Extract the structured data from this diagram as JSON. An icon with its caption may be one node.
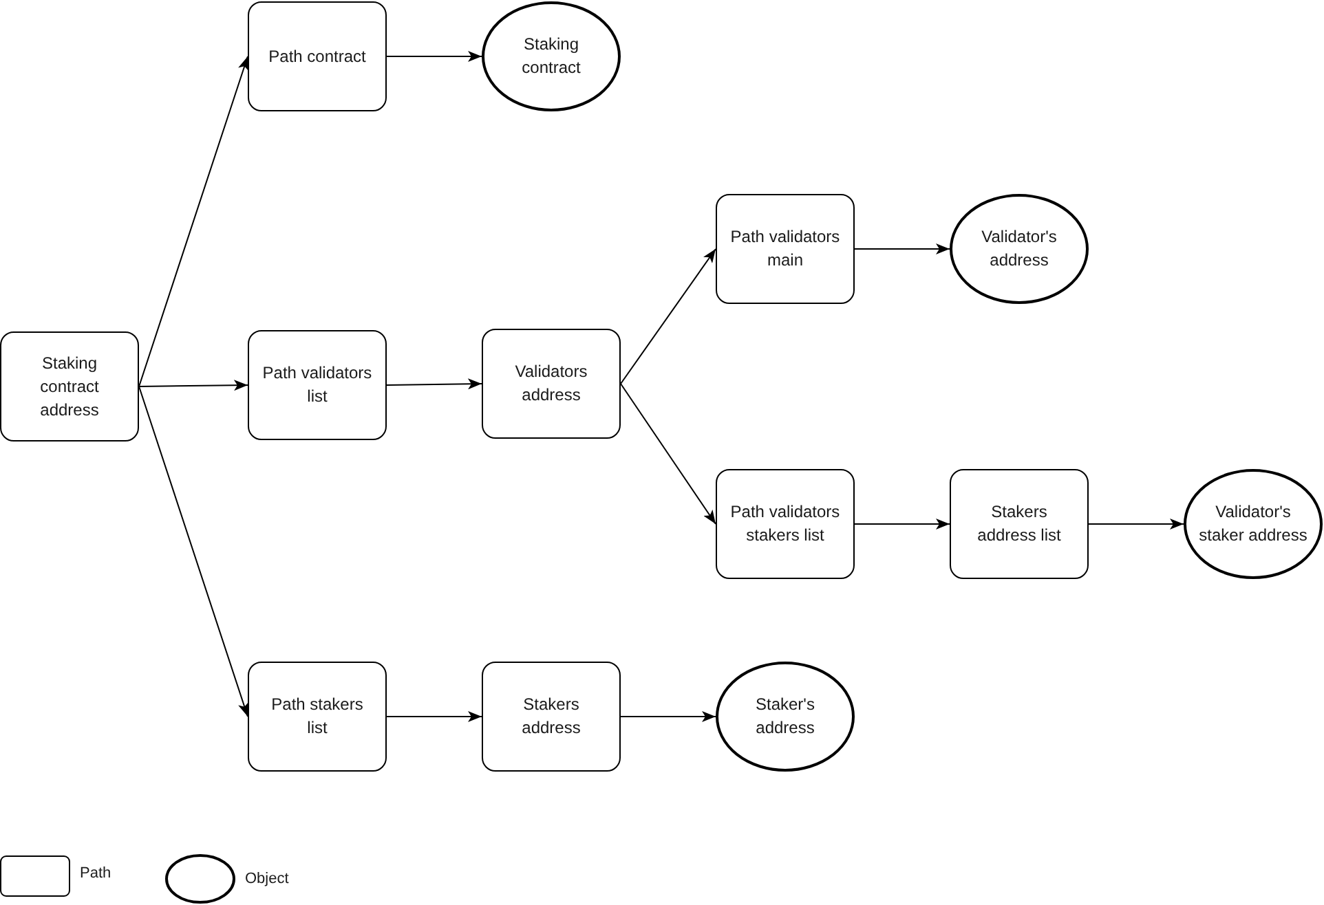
{
  "diagram": {
    "nodes": [
      {
        "text": [
          "Staking contract address"
        ]
      },
      {
        "text": [
          "Path contract"
        ]
      },
      {
        "text": [
          "Staking contract"
        ]
      },
      {
        "text": [
          "Path validators list"
        ]
      },
      {
        "text": [
          "Validators address"
        ]
      },
      {
        "text": [
          "Path validators main"
        ]
      },
      {
        "text": [
          "Validator's address"
        ]
      },
      {
        "text": [
          "Path validators stakers list"
        ]
      },
      {
        "text": [
          "Stakers address list"
        ]
      },
      {
        "text": [
          "Validator's staker address"
        ]
      },
      {
        "text": [
          "Path stakers list"
        ]
      },
      {
        "text": [
          "Stakers address"
        ]
      },
      {
        "text": [
          "Staker's address"
        ]
      }
    ],
    "edges": [
      {
        "from": 0,
        "to": 1,
        "arrow": "to"
      },
      {
        "from": 0,
        "to": 3,
        "arrow": "to"
      },
      {
        "from": 0,
        "to": 10,
        "arrow": "to"
      },
      {
        "from": 1,
        "to": 2,
        "arrow": "to"
      },
      {
        "from": 3,
        "to": 4,
        "arrow": "to"
      },
      {
        "from": 4,
        "to": 5,
        "arrow": "to"
      },
      {
        "from": 4,
        "to": 7,
        "arrow": "to"
      },
      {
        "from": 5,
        "to": 6,
        "arrow": "to"
      },
      {
        "from": 7,
        "to": 8,
        "arrow": "to"
      },
      {
        "from": 8,
        "to": 9,
        "arrow": "to"
      },
      {
        "from": 10,
        "to": 11,
        "arrow": "to"
      },
      {
        "from": 11,
        "to": 12,
        "arrow": "to"
      }
    ],
    "legend": [
      {
        "text": "Path"
      },
      {
        "text": "Object"
      }
    ]
  }
}
